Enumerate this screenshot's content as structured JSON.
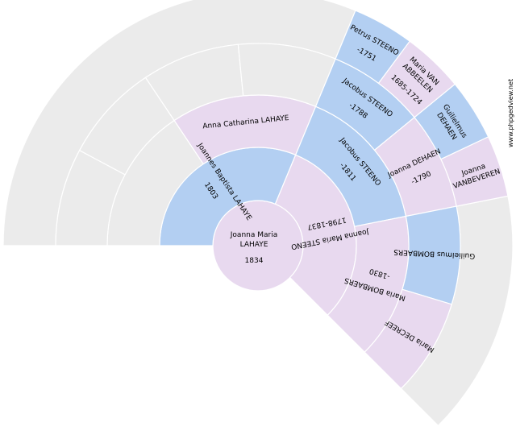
{
  "colors": {
    "male": "#b3cff2",
    "female": "#e8d9ef",
    "empty": "#ebebeb"
  },
  "credit": "www.phpgedview.net",
  "root": {
    "name": "Joanna Maria\nLAHAYE",
    "dates": "1834",
    "sex": "female"
  },
  "persons": [
    {
      "id": "p2",
      "name": "Joannes Baptista LAHAYE",
      "dates": "1803",
      "sex": "male"
    },
    {
      "id": "p3",
      "name": "Joanna Maria STEENO",
      "dates": "1798-1837",
      "sex": "female"
    },
    {
      "id": "p4",
      "name": "",
      "dates": "",
      "sex": "empty"
    },
    {
      "id": "p5",
      "name": "Anna Catharina LAHAYE",
      "dates": "",
      "sex": "female"
    },
    {
      "id": "p6",
      "name": "Jacobus STEENO",
      "dates": "-1811",
      "sex": "male"
    },
    {
      "id": "p7",
      "name": "Maria BOMBAERS",
      "dates": "-1830",
      "sex": "female"
    },
    {
      "id": "p8",
      "name": "",
      "dates": "",
      "sex": "empty"
    },
    {
      "id": "p9",
      "name": "",
      "dates": "",
      "sex": "empty"
    },
    {
      "id": "p10",
      "name": "",
      "dates": "",
      "sex": "empty"
    },
    {
      "id": "p11",
      "name": "",
      "dates": "",
      "sex": "empty"
    },
    {
      "id": "p12",
      "name": "Jacobus STEENO",
      "dates": "-1788",
      "sex": "male"
    },
    {
      "id": "p13",
      "name": "Joanna DEHAEN",
      "dates": "-1790",
      "sex": "female"
    },
    {
      "id": "p14",
      "name": "Guilielmus BOMBAERS",
      "dates": "",
      "sex": "male"
    },
    {
      "id": "p15",
      "name": "Maria DECREEF",
      "dates": "",
      "sex": "female"
    },
    {
      "id": "p24",
      "name": "Petrus STEENO",
      "dates": "-1751",
      "sex": "male"
    },
    {
      "id": "p25",
      "name": "Maria VAN\nABBEELEN",
      "dates": "1685-1724",
      "sex": "female"
    },
    {
      "id": "p26",
      "name": "Guilielmus\nDEHAEN",
      "dates": "",
      "sex": "male"
    },
    {
      "id": "p27",
      "name": "Joanna\nVANBEVEREN",
      "dates": "",
      "sex": "female"
    }
  ]
}
